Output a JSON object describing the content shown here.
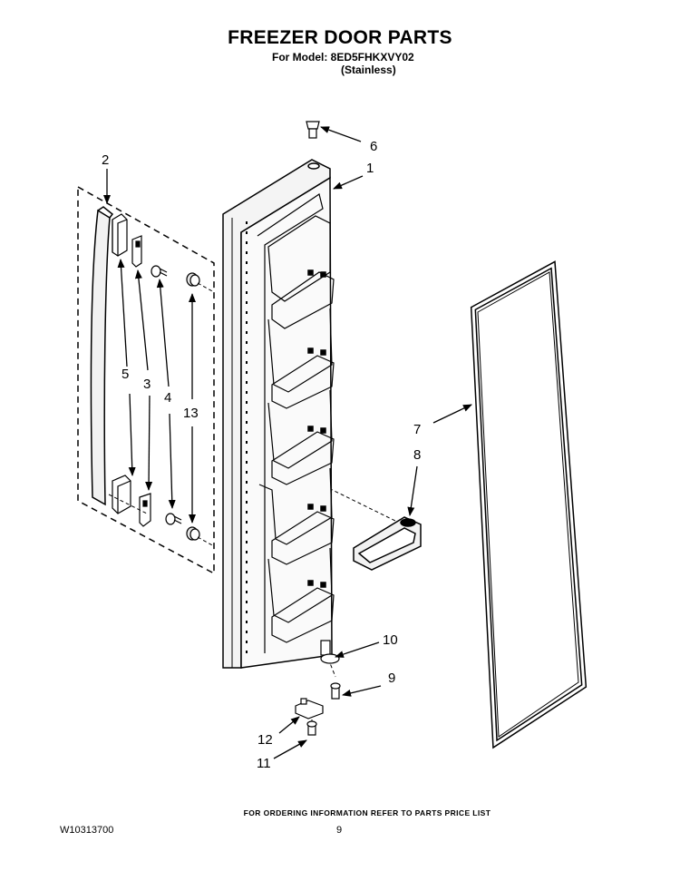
{
  "header": {
    "title": "FREEZER DOOR PARTS",
    "model_line": "For Model: 8ED5FHKXVY02",
    "variant_line": "(Stainless)"
  },
  "callouts": [
    {
      "id": "1",
      "label": "1"
    },
    {
      "id": "2",
      "label": "2"
    },
    {
      "id": "3",
      "label": "3"
    },
    {
      "id": "4",
      "label": "4"
    },
    {
      "id": "5",
      "label": "5"
    },
    {
      "id": "6",
      "label": "6"
    },
    {
      "id": "7",
      "label": "7"
    },
    {
      "id": "8",
      "label": "8"
    },
    {
      "id": "9",
      "label": "9"
    },
    {
      "id": "10",
      "label": "10"
    },
    {
      "id": "11",
      "label": "11"
    },
    {
      "id": "12",
      "label": "12"
    },
    {
      "id": "13",
      "label": "13"
    }
  ],
  "footer": {
    "ordering_note": "FOR ORDERING INFORMATION REFER TO PARTS PRICE LIST",
    "doc_number": "W10313700",
    "page_number": "9"
  }
}
